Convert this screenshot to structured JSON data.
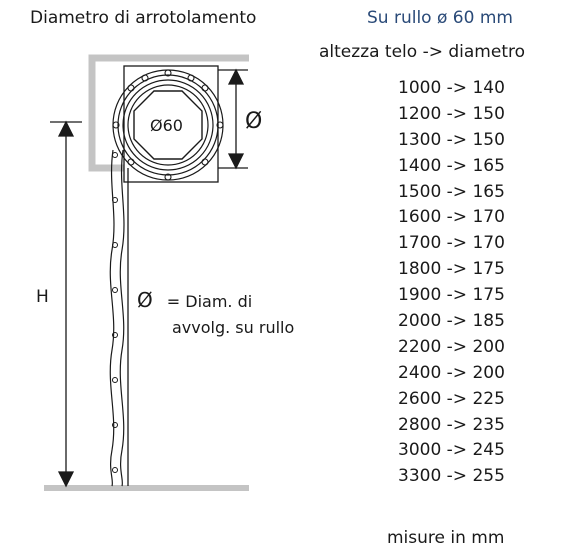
{
  "title_left": "Diametro di arrotolamento",
  "title_right": "Su rullo ø 60 mm",
  "subtitle": "altezza telo -> diametro",
  "roller_label": "Ø60",
  "diameter_symbol": "Ø",
  "height_label": "H",
  "legend": {
    "symbol": "Ø",
    "line1": "= Diam. di",
    "line2": "avvolg. su rullo"
  },
  "table": [
    "1000 -> 140",
    "1200 -> 150",
    "1300 -> 150",
    "1400 -> 165",
    "1500 -> 165",
    "1600 -> 170",
    "1700 -> 170",
    "1800 -> 175",
    "1900 -> 175",
    "2000 -> 185",
    "2200 -> 200",
    "2400 -> 200",
    "2600 -> 225",
    "2800 -> 235",
    "3000 -> 245",
    "3300 -> 255"
  ],
  "units": "misure in mm",
  "colors": {
    "accent": "#2a4a78",
    "frame": "#c4c4c4",
    "ink": "#1a1a1a"
  }
}
